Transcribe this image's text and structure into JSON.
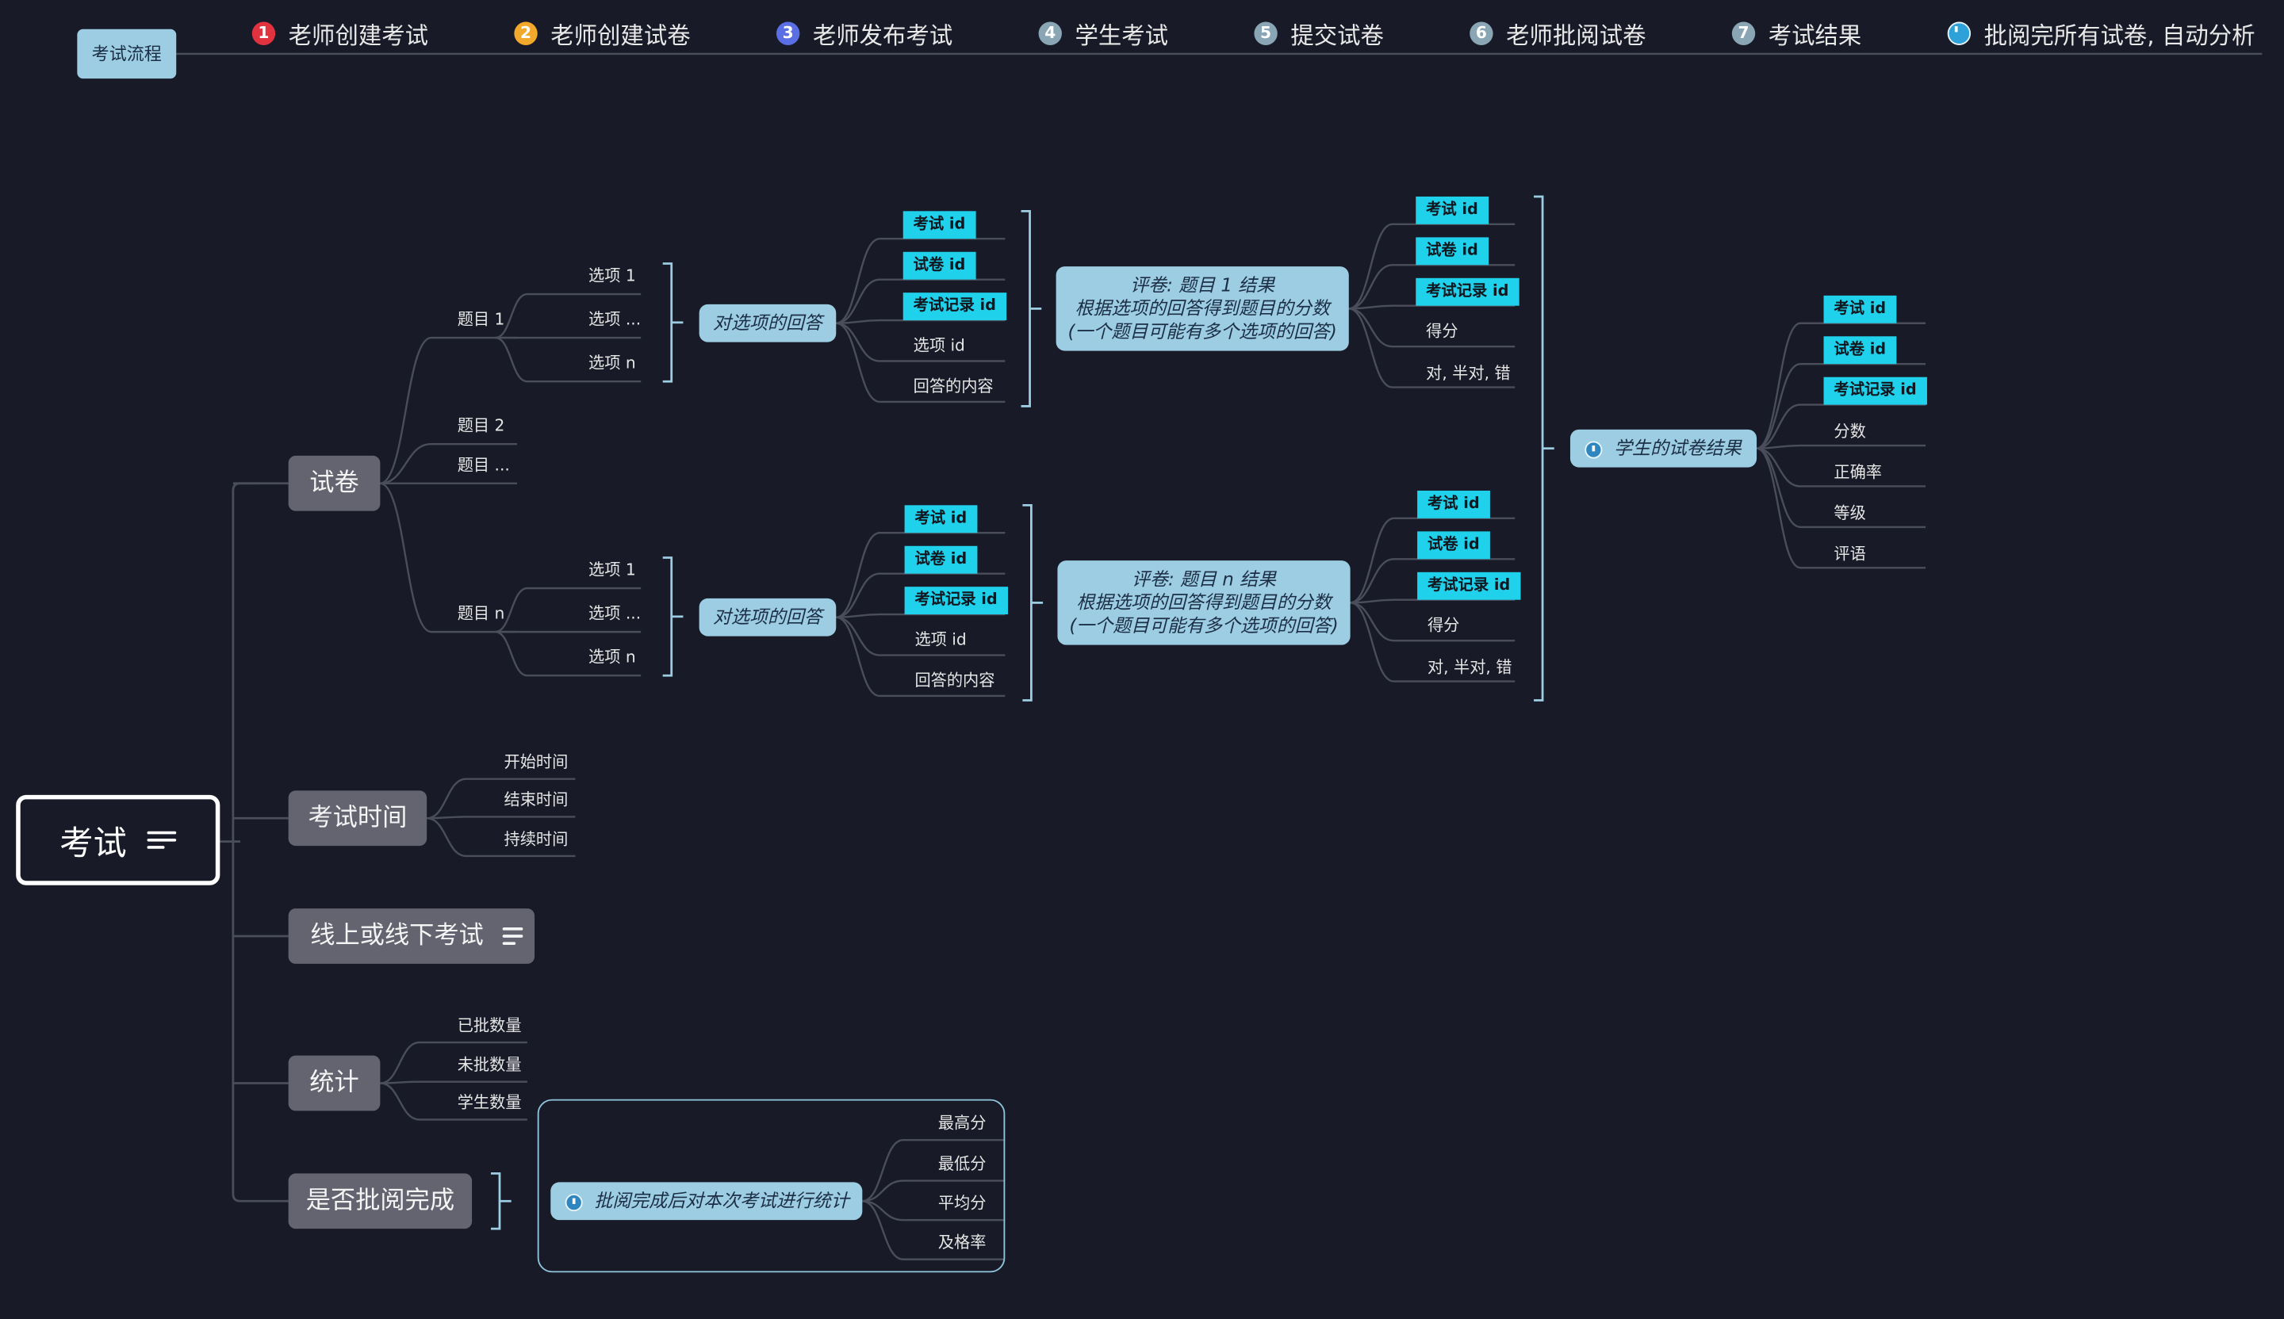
{
  "flow": {
    "label": "考试流程",
    "steps": [
      {
        "num": "1",
        "label": "老师创建考试",
        "color": "#e0333f"
      },
      {
        "num": "2",
        "label": "老师创建试卷",
        "color": "#f2a82a"
      },
      {
        "num": "3",
        "label": "老师发布考试",
        "color": "#5a6fe6"
      },
      {
        "num": "4",
        "label": "学生考试",
        "color": "#8aa5b4"
      },
      {
        "num": "5",
        "label": "提交试卷",
        "color": "#8aa5b4"
      },
      {
        "num": "6",
        "label": "老师批阅试卷",
        "color": "#8aa5b4"
      },
      {
        "num": "7",
        "label": "考试结果",
        "color": "#8aa5b4"
      },
      {
        "num": "",
        "label": "批阅完所有试卷, 自动分析",
        "color": "#2ea2d8"
      }
    ]
  },
  "root": {
    "label": "考试",
    "icon": "notes-icon"
  },
  "branches": {
    "paper": {
      "label": "试卷",
      "question1": "题目 1",
      "question2": "题目 2",
      "question_more": "题目 ...",
      "question_n": "题目 n",
      "options1": [
        "选项 1",
        "选项 ...",
        "选项 n"
      ],
      "options_n": [
        "选项 1",
        "选项 ...",
        "选项 n"
      ],
      "answer1": "对选项的回答",
      "answer_n": "对选项的回答",
      "answer_fields_1": [
        "考试 id",
        "试卷 id",
        "考试记录 id",
        "选项 id",
        "回答的内容"
      ],
      "answer_fields_n": [
        "考试 id",
        "试卷 id",
        "考试记录 id",
        "选项 id",
        "回答的内容"
      ],
      "grade1": [
        "评卷: 题目 1 结果",
        "根据选项的回答得到题目的分数",
        "(一个题目可能有多个选项的回答)"
      ],
      "grade_n": [
        "评卷: 题目 n 结果",
        "根据选项的回答得到题目的分数",
        "(一个题目可能有多个选项的回答)"
      ],
      "grade_fields_1": [
        "考试 id",
        "试卷 id",
        "考试记录 id",
        "得分",
        "对, 半对, 错"
      ],
      "grade_fields_n": [
        "考试 id",
        "试卷 id",
        "考试记录 id",
        "得分",
        "对, 半对, 错"
      ],
      "result": "学生的试卷结果",
      "result_fields": [
        "考试 id",
        "试卷 id",
        "考试记录 id",
        "分数",
        "正确率",
        "等级",
        "评语"
      ]
    },
    "time": {
      "label": "考试时间",
      "items": [
        "开始时间",
        "结束时间",
        "持续时间"
      ]
    },
    "mode": {
      "label": "线上或线下考试"
    },
    "stats": {
      "label": "统计",
      "items": [
        "已批数量",
        "未批数量",
        "学生数量"
      ]
    },
    "review": {
      "label": "是否批阅完成",
      "auto": "批阅完成后对本次考试进行统计",
      "items": [
        "最高分",
        "最低分",
        "平均分",
        "及格率"
      ]
    }
  },
  "colors": {
    "background": "#181b27",
    "cyan": "#1fd1ea",
    "light_blue": "#9ccde2",
    "gray_node": "#636470"
  }
}
